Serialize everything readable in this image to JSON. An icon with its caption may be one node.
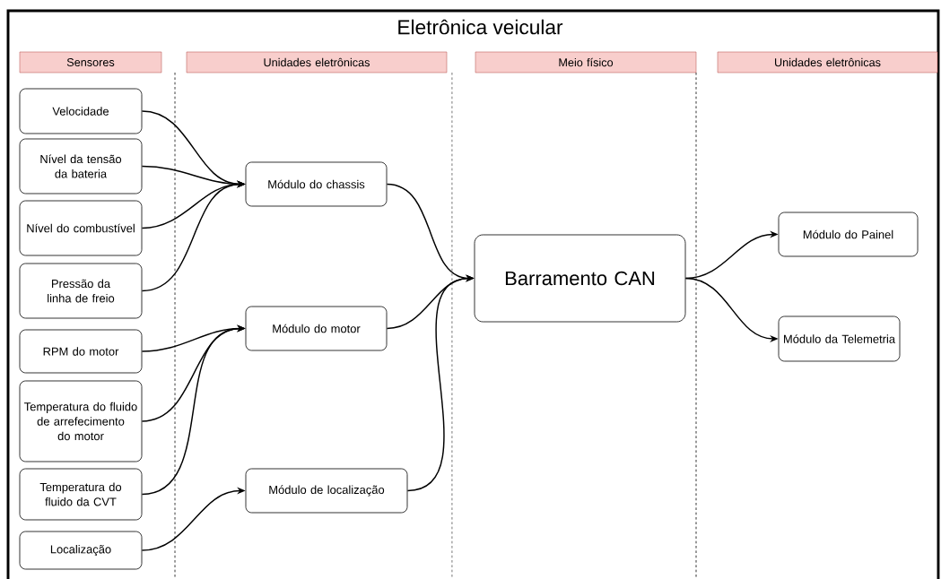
{
  "diagram": {
    "title": "Eletrônica veicular",
    "nodes": [
      {
        "text": [
          "Sensores"
        ]
      },
      {
        "text": [
          "Unidades eletrônicas"
        ]
      },
      {
        "text": [
          "Meio físico"
        ]
      },
      {
        "text": [
          "Unidades eletrônicas"
        ]
      },
      {
        "text": [
          "Velocidade"
        ]
      },
      {
        "text": [
          "Nível da tensão da bateria"
        ]
      },
      {
        "text": [
          "Nível do combustível"
        ]
      },
      {
        "text": [
          "Pressão da linha de freio"
        ]
      },
      {
        "text": [
          "RPM do motor"
        ]
      },
      {
        "text": [
          "Temperatura do fluido de arrefecimento do motor"
        ]
      },
      {
        "text": [
          "Temperatura do fluido da CVT"
        ]
      },
      {
        "text": [
          "Localização"
        ]
      },
      {
        "text": [
          "Módulo do chassis"
        ]
      },
      {
        "text": [
          "Módulo do motor"
        ]
      },
      {
        "text": [
          "Módulo de localização"
        ]
      },
      {
        "text": [
          "Barramento CAN"
        ]
      },
      {
        "text": [
          "Módulo do Painel"
        ]
      },
      {
        "text": [
          "Módulo da Telemetria"
        ]
      }
    ],
    "edges": [
      {
        "from": 4,
        "to": 12,
        "arrow": "to"
      },
      {
        "from": 5,
        "to": 12,
        "arrow": "to"
      },
      {
        "from": 6,
        "to": 12,
        "arrow": "to"
      },
      {
        "from": 7,
        "to": 12,
        "arrow": "to"
      },
      {
        "from": 8,
        "to": 13,
        "arrow": "to"
      },
      {
        "from": 9,
        "to": 13,
        "arrow": "to"
      },
      {
        "from": 10,
        "to": 13,
        "arrow": "to"
      },
      {
        "from": 11,
        "to": 14,
        "arrow": "to"
      },
      {
        "from": 12,
        "to": 15,
        "arrow": "to"
      },
      {
        "from": 13,
        "to": 15,
        "arrow": "to"
      },
      {
        "from": 14,
        "to": 15,
        "arrow": "to"
      },
      {
        "from": 15,
        "to": 16,
        "arrow": "to"
      },
      {
        "from": 15,
        "to": 17,
        "arrow": "to"
      }
    ]
  }
}
